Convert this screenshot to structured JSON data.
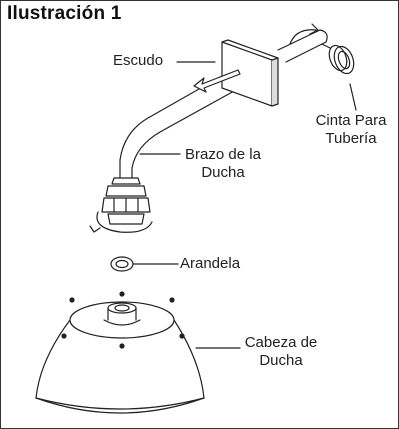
{
  "figure": {
    "title": "Ilustración 1",
    "labels": {
      "escudo": "Escudo",
      "cinta_line1": "Cinta Para",
      "cinta_line2": "Tubería",
      "brazo_line1": "Brazo de la",
      "brazo_line2": "Ducha",
      "arandela": "Arandela",
      "cabeza_line1": "Cabeza de",
      "cabeza_line2": "Ducha"
    }
  }
}
